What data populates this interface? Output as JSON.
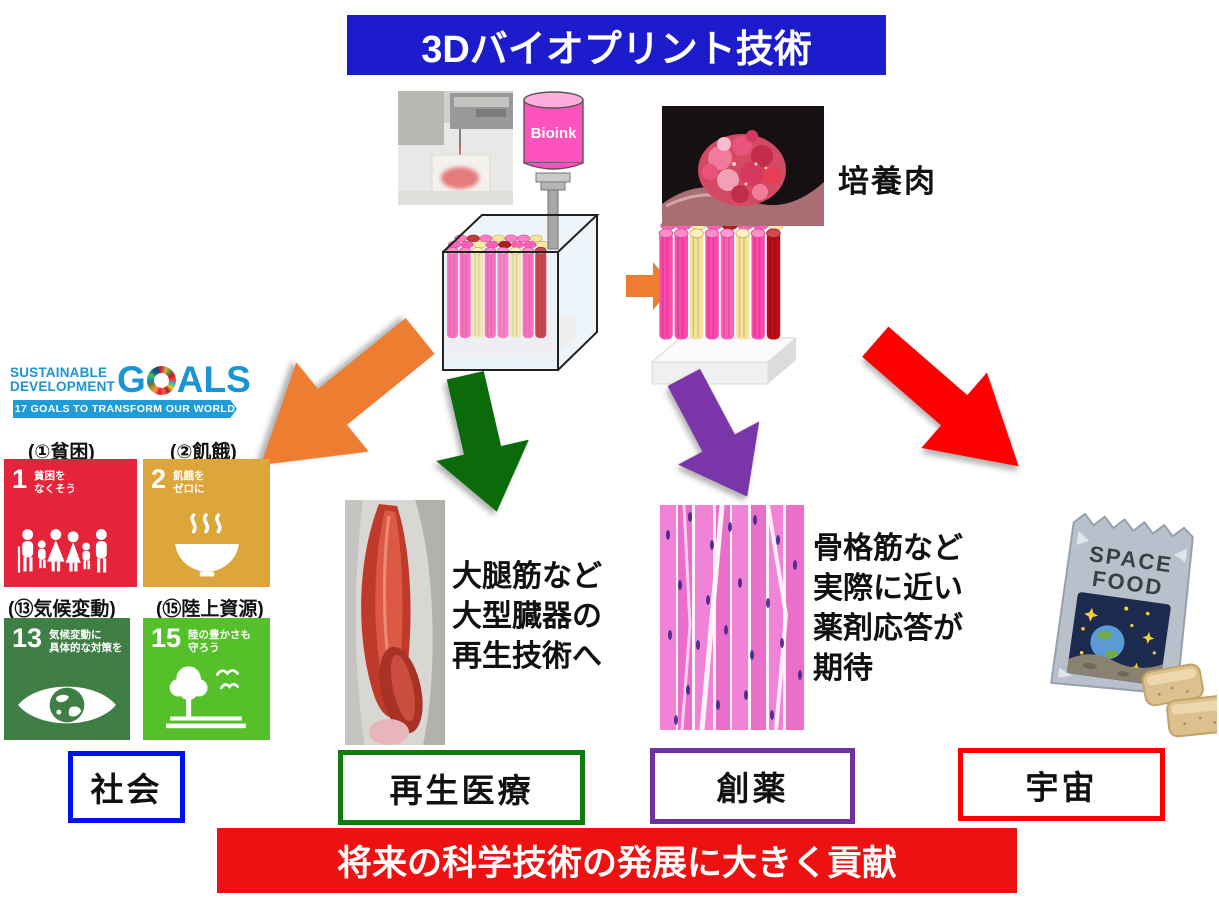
{
  "colors": {
    "header_bg": "#1c1ccd",
    "footer_bg": "#ee1111",
    "arrow_orange": "#ED7D31",
    "arrow_green": "#0b6b0b",
    "arrow_purple": "#7a35a8",
    "arrow_red": "#ff0000",
    "society_border": "#0011ee",
    "regen_border": "#107c10",
    "drug_border": "#7030a0",
    "space_border": "#ff0000",
    "sdg1_bg": "#E5243B",
    "sdg2_bg": "#DDA63A",
    "sdg13_bg": "#3F7E44",
    "sdg15_bg": "#56C02B",
    "bioink_pink": "#ff52bd"
  },
  "header": {
    "title": "3Dバイオプリント技術"
  },
  "footer": {
    "title": "将来の科学技術の発展に大きく貢献"
  },
  "printing": {
    "bioink_label": "Bioink",
    "cultured_meat_label": "培養肉"
  },
  "sdg": {
    "logo_line1": "SUSTAINABLE",
    "logo_line2": "DEVELOPMENT",
    "goals_g": "G",
    "goals_als": "ALS",
    "tagline": "17 GOALS TO TRANSFORM OUR WORLD",
    "tiles": [
      {
        "tag": "(①貧困)",
        "number": "1",
        "title1": "貧困を",
        "title2": "なくそう"
      },
      {
        "tag": "(②飢餓)",
        "number": "2",
        "title1": "飢餓を",
        "title2": "ゼロに"
      },
      {
        "tag": "(⑬気候変動)",
        "number": "13",
        "title1": "気候変動に",
        "title2": "具体的な対策を"
      },
      {
        "tag": "(⑮陸上資源)",
        "number": "15",
        "title1": "陸の豊かさも",
        "title2": "守ろう"
      }
    ]
  },
  "regen": {
    "line1": "大腿筋など",
    "line2": "大型臓器の",
    "line3": "再生技術へ",
    "label": "再生医療"
  },
  "drug": {
    "line1": "骨格筋など",
    "line2": "実際に近い",
    "line3": "薬剤応答が",
    "line4": "期待",
    "label": "創薬"
  },
  "society": {
    "label": "社会"
  },
  "space": {
    "label": "宇宙",
    "package_line1": "SPACE",
    "package_line2": "FOOD"
  }
}
